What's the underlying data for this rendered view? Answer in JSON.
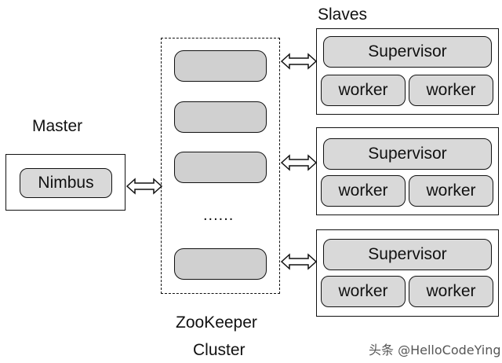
{
  "master": {
    "label": "Master",
    "nimbus_label": "Nimbus"
  },
  "zookeeper": {
    "title_line1": "ZooKeeper",
    "title_line2": "Cluster",
    "ellipsis": "......"
  },
  "slaves": {
    "label": "Slaves",
    "nodes": [
      {
        "supervisor": "Supervisor",
        "workers": [
          "worker",
          "worker"
        ]
      },
      {
        "supervisor": "Supervisor",
        "workers": [
          "worker",
          "worker"
        ]
      },
      {
        "supervisor": "Supervisor",
        "workers": [
          "worker",
          "worker"
        ]
      }
    ]
  },
  "watermark": "头条 @HelloCodeYing",
  "colors": {
    "node_fill": "#d9d9d9",
    "line": "#111111",
    "background": "#ffffff"
  }
}
